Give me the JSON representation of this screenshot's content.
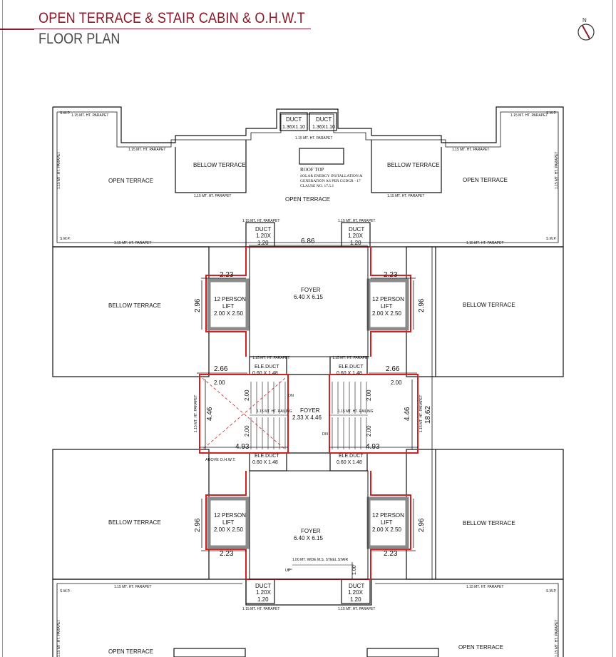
{
  "header": {
    "title": "OPEN TERRACE & STAIR CABIN & O.H.W.T",
    "subtitle": "FLOOR PLAN",
    "accent_color": "#8b1a2b"
  },
  "compass": {
    "label": "N",
    "icon": "north-arrow-icon"
  },
  "labels": {
    "open_terrace": "OPEN TERRACE",
    "bellow_terrace": "BELLOW TERRACE",
    "parapet": "1.15 MT. HT. PARAPET",
    "duct": "DUCT",
    "duct_top_size": "1.36X1.10",
    "duct_small_size": "1.20X",
    "duct_small_size2": "1.20",
    "roof_top": "ROOF TOP",
    "solar_note_1": "SOLAR ENERGY INSTALLATION &",
    "solar_note_2": "GENERATION AS PER CGDCR - 17",
    "solar_note_3": "CLAUSE NO. 17.5.1",
    "foyer": "FOYER",
    "foyer_size": "6.40 X 6.15",
    "center_foyer_size": "2.33 X 4.46",
    "lift_1": "12 PERSON",
    "lift_2": "LIFT",
    "lift_size": "2.00 X 2.50",
    "ele_duct": "ELE.DUCT",
    "ele_duct_size": "0.60 X 1.48",
    "railing": "1.15 MT. HT. RAILING",
    "dn": "DN",
    "up": "UP",
    "above_ohwt": "ABOVE O.H.W.T.",
    "steel_stair": "1.00 MT. WIDE M.S. STEEL STAIR",
    "swp": "S.W.P."
  },
  "dimensions": {
    "d686": "6.86",
    "d223": "2.23",
    "d296": "2.96",
    "d266": "2.66",
    "d200": "2.00",
    "d446": "4.46",
    "d493": "4.93",
    "d1862": "18.62",
    "d100": "1.00"
  }
}
